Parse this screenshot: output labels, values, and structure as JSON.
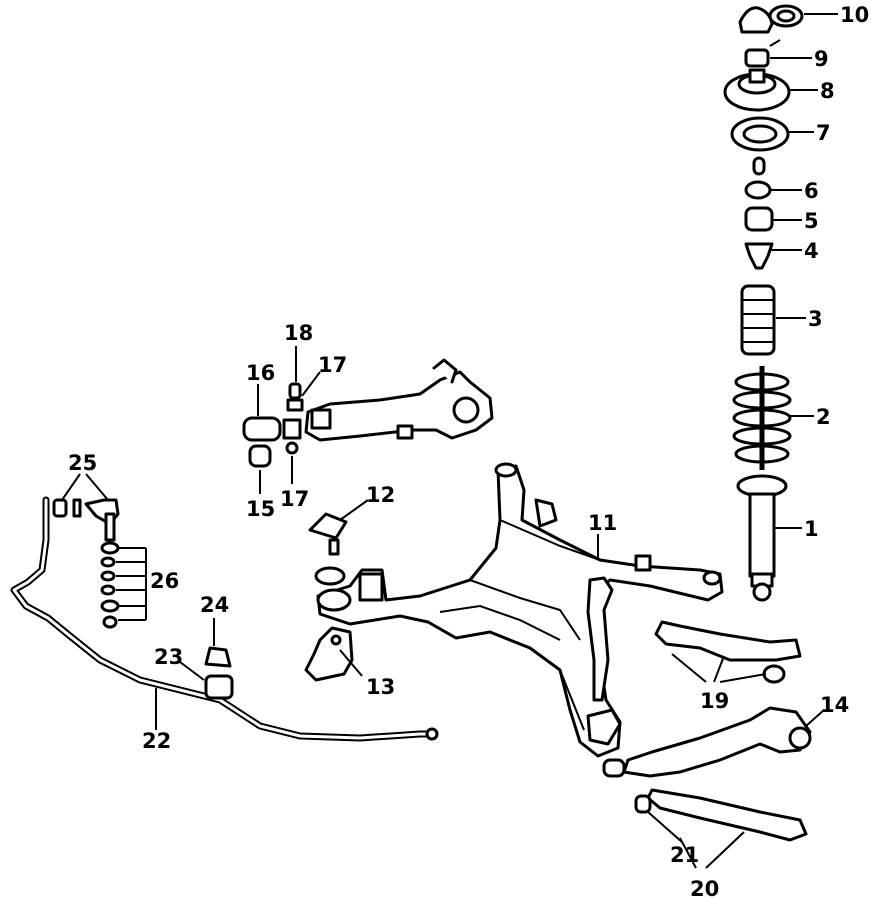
{
  "diagram": {
    "callouts": {
      "c1": "1",
      "c2": "2",
      "c3": "3",
      "c4": "4",
      "c5": "5",
      "c6": "6",
      "c7": "7",
      "c8": "8",
      "c9": "9",
      "c10": "10",
      "c11": "11",
      "c12": "12",
      "c13": "13",
      "c14": "14",
      "c15": "15",
      "c16": "16",
      "c17a": "17",
      "c17b": "17",
      "c18": "18",
      "c19": "19",
      "c20": "20",
      "c21": "21",
      "c22": "22",
      "c23": "23",
      "c24": "24",
      "c25": "25",
      "c26": "26"
    }
  }
}
